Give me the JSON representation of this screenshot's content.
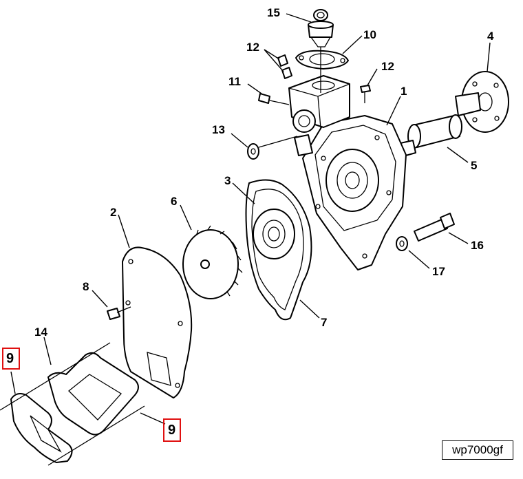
{
  "figure_id": "wp7000gf",
  "callouts": {
    "c15": "15",
    "c10": "10",
    "c12a": "12",
    "c12b": "12",
    "c4": "4",
    "c11": "11",
    "c1": "1",
    "c13": "13",
    "c5": "5",
    "c3": "3",
    "c6": "6",
    "c2": "2",
    "c16": "16",
    "c17": "17",
    "c8": "8",
    "c7": "7",
    "c14": "14"
  },
  "highlighted_callouts": {
    "left": "9",
    "bottom": "9"
  },
  "colors": {
    "line": "#000000",
    "highlight": "#e01010",
    "background": "#ffffff"
  }
}
